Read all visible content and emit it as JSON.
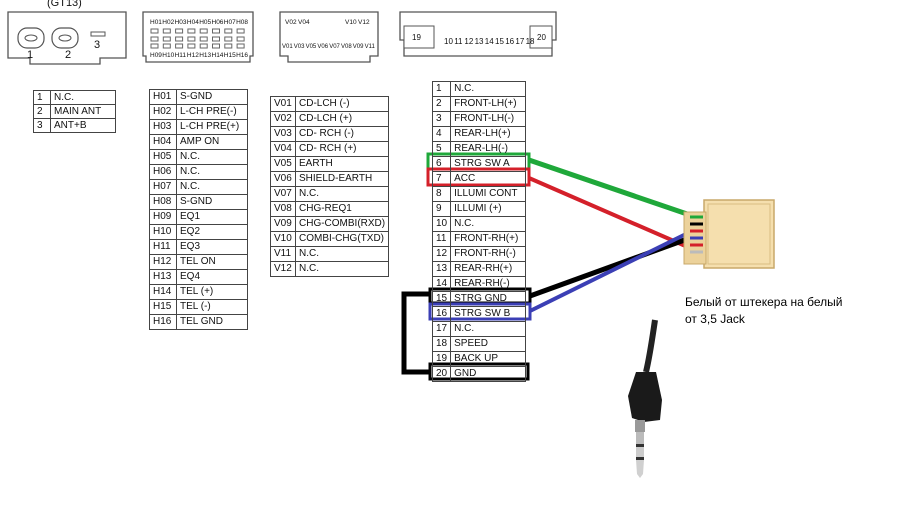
{
  "connectors": {
    "antenna_connector": {
      "caption": "(GT13)",
      "pin_labels": [
        "1",
        "2",
        "3"
      ]
    },
    "h_connector": {
      "top_labels": [
        "H01",
        "H02",
        "H03",
        "H04",
        "H05",
        "H06",
        "H07",
        "H08"
      ],
      "bottom_labels": [
        "H09",
        "H10",
        "H11",
        "H12",
        "H13",
        "H14",
        "H15",
        "H16"
      ]
    },
    "v_connector": {
      "top_labels": [
        "V02",
        "V04",
        "V10",
        "V12"
      ],
      "bottom_labels": [
        "V01",
        "V03",
        "V05",
        "V06",
        "V07",
        "V08",
        "V09",
        "V11"
      ]
    },
    "main_connector": {
      "left_label": "19",
      "right_label": "20",
      "bottom_labels": [
        "10",
        "11",
        "12",
        "13",
        "14",
        "15",
        "16",
        "17",
        "18"
      ]
    }
  },
  "tables": {
    "antenna": [
      {
        "pin": "1",
        "signal": "N.C."
      },
      {
        "pin": "2",
        "signal": "MAIN ANT"
      },
      {
        "pin": "3",
        "signal": "ANT+B"
      }
    ],
    "h_pins": [
      {
        "pin": "H01",
        "signal": "S-GND"
      },
      {
        "pin": "H02",
        "signal": "L-CH PRE(-)"
      },
      {
        "pin": "H03",
        "signal": "L-CH PRE(+)"
      },
      {
        "pin": "H04",
        "signal": "AMP ON"
      },
      {
        "pin": "H05",
        "signal": "N.C."
      },
      {
        "pin": "H06",
        "signal": "N.C."
      },
      {
        "pin": "H07",
        "signal": "N.C."
      },
      {
        "pin": "H08",
        "signal": "S-GND"
      },
      {
        "pin": "H09",
        "signal": "EQ1"
      },
      {
        "pin": "H10",
        "signal": "EQ2"
      },
      {
        "pin": "H11",
        "signal": "EQ3"
      },
      {
        "pin": "H12",
        "signal": "TEL ON"
      },
      {
        "pin": "H13",
        "signal": "EQ4"
      },
      {
        "pin": "H14",
        "signal": "TEL (+)"
      },
      {
        "pin": "H15",
        "signal": "TEL (-)"
      },
      {
        "pin": "H16",
        "signal": "TEL GND"
      }
    ],
    "v_pins": [
      {
        "pin": "V01",
        "signal": "CD-LCH (-)"
      },
      {
        "pin": "V02",
        "signal": "CD-LCH (+)"
      },
      {
        "pin": "V03",
        "signal": "CD- RCH (-)"
      },
      {
        "pin": "V04",
        "signal": "CD- RCH (+)"
      },
      {
        "pin": "V05",
        "signal": "EARTH"
      },
      {
        "pin": "V06",
        "signal": "SHIELD-EARTH"
      },
      {
        "pin": "V07",
        "signal": "N.C."
      },
      {
        "pin": "V08",
        "signal": "CHG-REQ1"
      },
      {
        "pin": "V09",
        "signal": "CHG-COMBI(RXD)"
      },
      {
        "pin": "V10",
        "signal": "COMBI-CHG(TXD)"
      },
      {
        "pin": "V11",
        "signal": "N.C."
      },
      {
        "pin": "V12",
        "signal": "N.C."
      }
    ],
    "main_pins": [
      {
        "pin": "1",
        "signal": "N.C."
      },
      {
        "pin": "2",
        "signal": "FRONT-LH(+)"
      },
      {
        "pin": "3",
        "signal": "FRONT-LH(-)"
      },
      {
        "pin": "4",
        "signal": "REAR-LH(+)"
      },
      {
        "pin": "5",
        "signal": "REAR-LH(-)"
      },
      {
        "pin": "6",
        "signal": "STRG SW A"
      },
      {
        "pin": "7",
        "signal": "ACC"
      },
      {
        "pin": "8",
        "signal": "ILLUMI CONT"
      },
      {
        "pin": "9",
        "signal": "ILLUMI (+)"
      },
      {
        "pin": "10",
        "signal": "N.C."
      },
      {
        "pin": "11",
        "signal": "FRONT-RH(+)"
      },
      {
        "pin": "12",
        "signal": "FRONT-RH(-)"
      },
      {
        "pin": "13",
        "signal": "REAR-RH(+)"
      },
      {
        "pin": "14",
        "signal": "REAR-RH(-)"
      },
      {
        "pin": "15",
        "signal": "STRG GND"
      },
      {
        "pin": "16",
        "signal": "STRG SW B"
      },
      {
        "pin": "17",
        "signal": "N.C."
      },
      {
        "pin": "18",
        "signal": "SPEED"
      },
      {
        "pin": "19",
        "signal": "BACK UP"
      },
      {
        "pin": "20",
        "signal": "GND"
      }
    ]
  },
  "highlights": {
    "strg_sw_a_color": "#1fa83a",
    "acc_color": "#d4202a",
    "strg_gnd_color": "#000000",
    "strg_sw_b_color": "#3b3fb5",
    "plug_color": "#f5dfae"
  },
  "note": {
    "line1": "Белый от штекера на белый",
    "line2": "от 3,5 Jack"
  }
}
